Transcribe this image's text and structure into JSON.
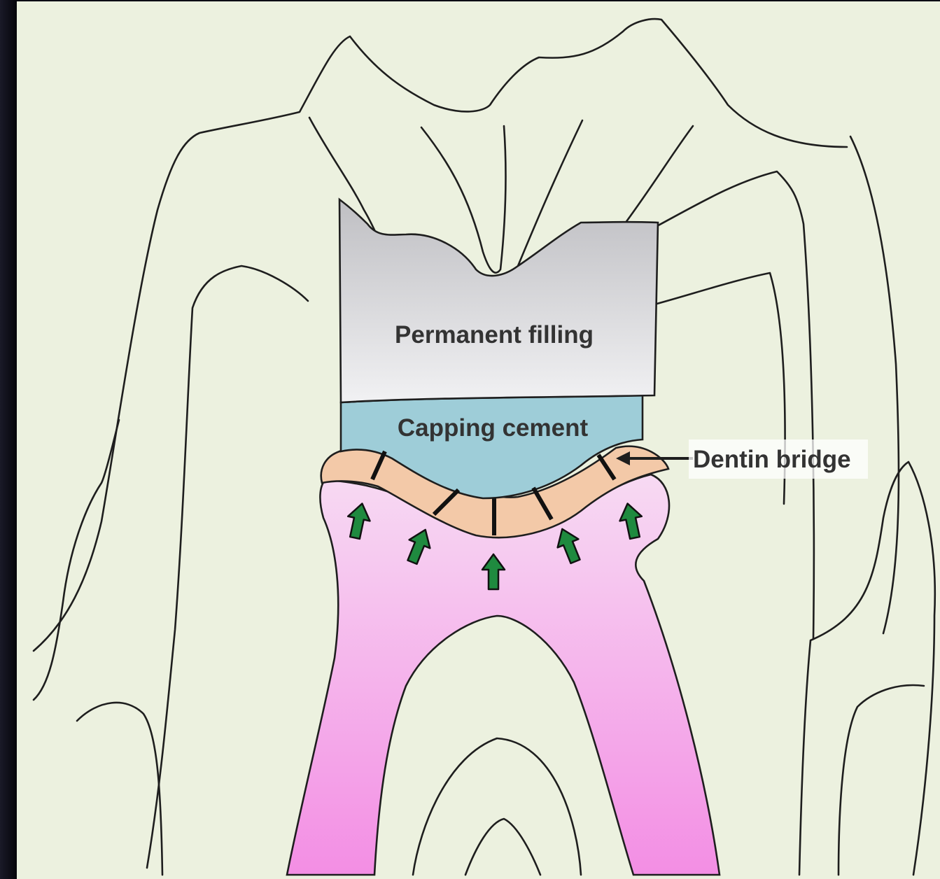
{
  "figure": {
    "labels": {
      "permanent_filling": "Permanent filling",
      "capping_cement": "Capping cement",
      "dentin_bridge": "Dentin bridge"
    },
    "colors": {
      "frame_dark": "#0c0c14",
      "background": "#ecf1df",
      "outline": "#1e1e1e",
      "filling_top": "#bfbfc3",
      "filling_bottom": "#f1f1f3",
      "capping_cement": "#9ecdd8",
      "dentin_bridge": "#f3c9a8",
      "pulp_top": "#f7daf3",
      "pulp_bottom": "#f38ee4",
      "arrow_fill": "#1f8a3f",
      "label_text": "#333333"
    },
    "icons": {
      "growth_arrows": "up-arrow-icon",
      "pointer_arrow": "left-arrow-icon"
    }
  }
}
